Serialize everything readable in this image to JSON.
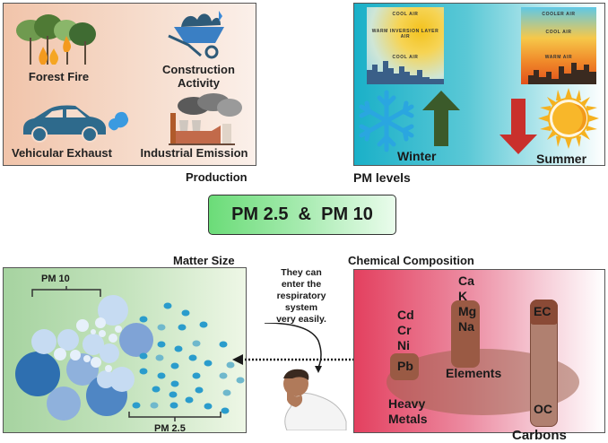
{
  "production": {
    "title": "Production",
    "sources": [
      {
        "label": "Forest Fire",
        "icon": "forest-fire-icon"
      },
      {
        "label_line1": "Construction",
        "label_line2": "Activity",
        "icon": "wheelbarrow-icon"
      },
      {
        "label": "Vehicular Exhaust",
        "icon": "car-exhaust-icon"
      },
      {
        "label": "Industrial Emission",
        "icon": "factory-icon"
      }
    ]
  },
  "pm_levels": {
    "title": "PM levels",
    "winter": {
      "label": "Winter",
      "inset_labels": [
        "COOL AIR",
        "WARM INVERSION LAYER AIR",
        "COOL AIR"
      ],
      "trend": "up",
      "arrow_color": "#3b5a2a"
    },
    "summer": {
      "label": "Summer",
      "inset_labels": [
        "COOLER AIR",
        "COOL AIR",
        "WARM AIR"
      ],
      "trend": "down",
      "arrow_color": "#c9302c"
    }
  },
  "center": {
    "label": "PM 2.5  &  PM 10"
  },
  "matter_size": {
    "title": "Matter Size",
    "pm10_label": "PM 10",
    "pm25_label": "PM 2.5"
  },
  "respiratory_note": {
    "lines": [
      "They can",
      "enter the",
      "respiratory",
      "system",
      "very easily."
    ]
  },
  "chemical_composition": {
    "title": "Chemical Composition",
    "heavy_metals": {
      "group_label_line1": "Heavy",
      "group_label_line2": "Metals",
      "items": [
        "Cd",
        "Cr",
        "Ni",
        "Pb"
      ]
    },
    "elements": {
      "group_label": "Elements",
      "items": [
        "Ca",
        "K",
        "Mg",
        "Na"
      ]
    },
    "carbons": {
      "group_label": "Carbons",
      "items": [
        "EC",
        "OC"
      ]
    }
  }
}
